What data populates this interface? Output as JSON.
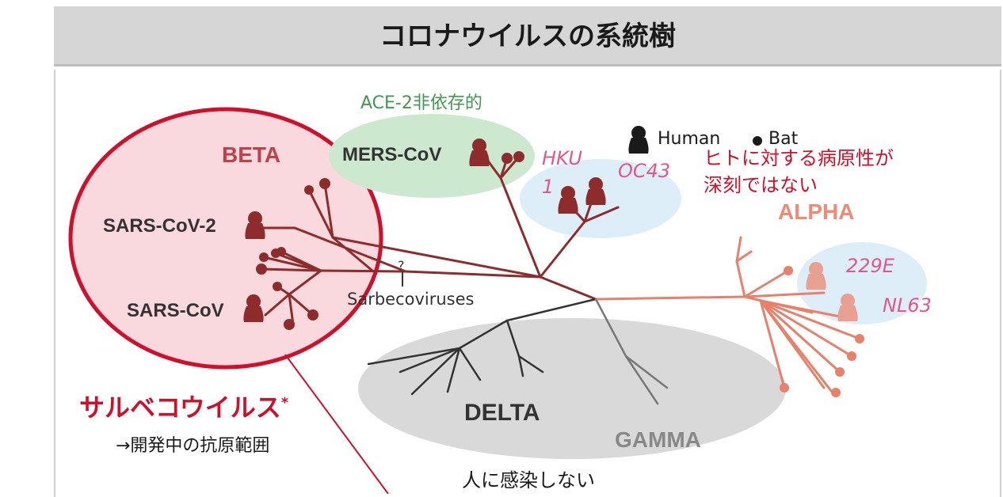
{
  "title": "コロナウイルスの系統樹",
  "legend": {
    "human": "Human",
    "bat": "Bat"
  },
  "clades": {
    "beta": "BETA",
    "alpha": "ALPHA",
    "delta": "DELTA",
    "gamma": "GAMMA"
  },
  "viruses": {
    "mers": "MERS-CoV",
    "sars2": "SARS-CoV-2",
    "sars": "SARS-CoV",
    "hku_line1": "HKU",
    "hku_line2": "1",
    "oc43": "OC43",
    "e229": "229E",
    "nl63": "NL63"
  },
  "notes": {
    "ace2": "ACE-2非依存的",
    "pathogen_line1": "ヒトに対する病原性が",
    "pathogen_line2": "深刻ではない",
    "sarbeco_title": "サルベコウイルス",
    "asterisk": "*",
    "antigen": "→開発中の抗原範囲",
    "no_infect": "人に感染しない",
    "sarbecoviruses": "Sarbecoviruses",
    "question": "?"
  },
  "colors": {
    "beta": "#8e2b2b",
    "alpha": "#e8806a",
    "dark": "#333333",
    "highlight_red": "#d0102a",
    "green_note": "#3e9a4e",
    "pink_text": "#e0588a",
    "green_ellipse": "#cce8cf",
    "blue_ellipse": "#ddeef8",
    "grey_ellipse": "#d9d9d9",
    "pink_ellipse": "#f9d9dd"
  }
}
